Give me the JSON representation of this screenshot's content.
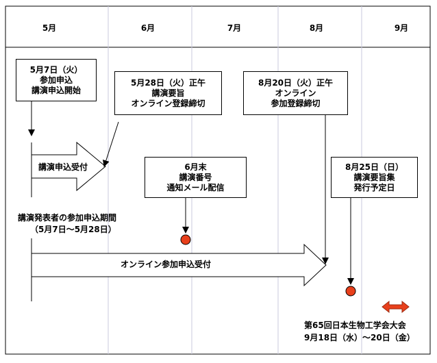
{
  "months": [
    "5月",
    "6月",
    "7月",
    "8月",
    "9月"
  ],
  "boxes": {
    "may7": [
      "5月7日（火）",
      "参加申込",
      "講演申込開始"
    ],
    "may28": [
      "5月28日（火）正午",
      "講演要旨",
      "オンライン登録締切"
    ],
    "aug20": [
      "8月20日（火）正午",
      "オンライン",
      "参加登録締切"
    ],
    "end_june": [
      "6月末",
      "講演番号",
      "通知メール配信"
    ],
    "aug25": [
      "8月25日（日）",
      "講演要旨集",
      "発行予定日"
    ]
  },
  "labels": {
    "talk_accept": "講演申込受付",
    "presenter_period": "講演発表者の参加申込期間",
    "presenter_period_dates": "（5月7日〜5月28日）",
    "online_accept": "オンライン参加申込受付",
    "conference_name": "第65回日本生物工学会大会",
    "conference_dates": "9月18日（水）〜20日（金）"
  },
  "colors": {
    "milestone": "#e8401c",
    "conference_arrow": "#e8401c",
    "grid": "#c8c8dc"
  }
}
